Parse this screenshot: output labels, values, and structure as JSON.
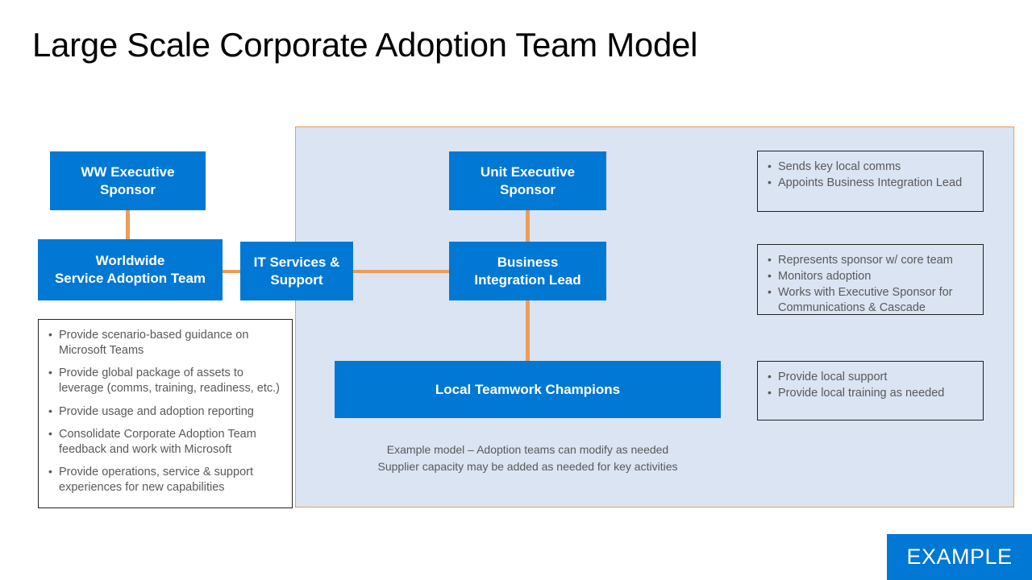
{
  "slide": {
    "title": "Large Scale Corporate Adoption Team Model",
    "accent_blue": "#0078D4",
    "panel_fill": "#DBE4F3",
    "connector_orange": "#ED9D56",
    "note_text_color": "#595959"
  },
  "boxes": {
    "ww_exec_sponsor": "WW Executive\nSponsor",
    "worldwide_service_adoption_team": "Worldwide\nService Adoption Team",
    "it_services_support": "IT Services &\nSupport",
    "unit_exec_sponsor": "Unit Executive\nSponsor",
    "business_integration_lead": "Business\nIntegration Lead",
    "local_teamwork_champions": "Local Teamwork Champions"
  },
  "notes": {
    "worldwide_service_adoption_team": [
      "Provide scenario-based guidance on Microsoft Teams",
      "Provide global package of assets to leverage (comms, training, readiness, etc.)",
      "Provide usage and adoption reporting",
      "Consolidate Corporate Adoption Team feedback and work with Microsoft",
      "Provide operations, service & support experiences for new capabilities"
    ],
    "unit_exec_sponsor": [
      "Sends key local comms",
      "Appoints Business Integration Lead"
    ],
    "business_integration_lead": [
      "Represents sponsor w/ core team",
      "Monitors adoption",
      "Works with Executive Sponsor for Communications & Cascade"
    ],
    "local_teamwork_champions": [
      "Provide local support",
      "Provide local training as needed"
    ]
  },
  "footnote": {
    "line1": "Example model – Adoption teams can modify as needed",
    "line2": "Supplier capacity may be added as needed for key activities"
  },
  "badge": {
    "label": "EXAMPLE"
  }
}
